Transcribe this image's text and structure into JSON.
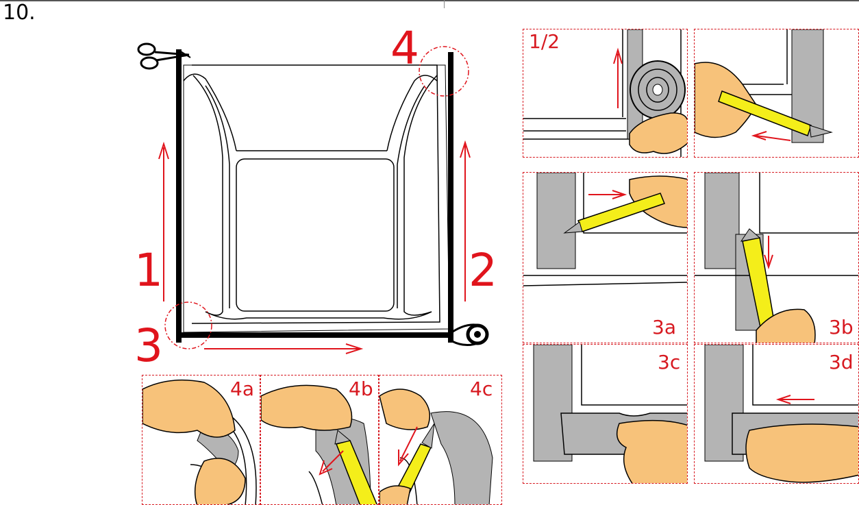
{
  "step_number": "10.",
  "main_labels": [
    "1",
    "2",
    "3",
    "4"
  ],
  "panels": {
    "p12": "1/2",
    "p3a": "3a",
    "p3b": "3b",
    "p3c": "3c",
    "p3d": "3d",
    "p4a": "4a",
    "p4b": "4b",
    "p4c": "4c"
  },
  "colors": {
    "accent_red": "#e0141c",
    "panel_border": "#d71920",
    "skin": "#f7c27a",
    "knife_yellow": "#f4ee1a",
    "tape_gray": "#b4b4b4"
  },
  "icons": [
    "scissors-icon",
    "tape-roll-icon",
    "utility-knife-icon",
    "hand-icon"
  ]
}
